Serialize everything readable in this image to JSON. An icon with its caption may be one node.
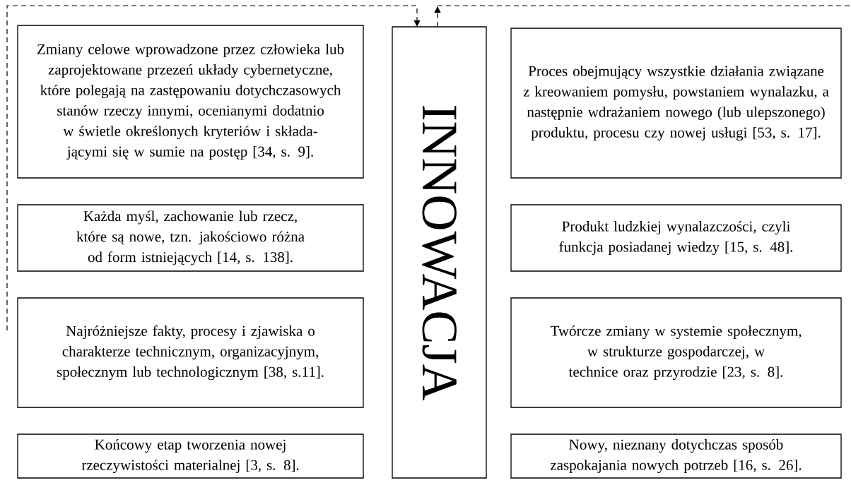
{
  "diagram": {
    "nodes": [
      {
        "text": [
          "Zmiany celowe wprowadzone przez człowieka lub zaprojektowane przezeń układy cybernetyczne, które polegają na zastępowaniu dotychczasowych stanów rzeczy innymi, ocenianymi dodatnio w świetle określonych kryteriów i składa-jącymi się w sumie na postęp [34, s. 9]."
        ]
      },
      {
        "text": [
          "Każda myśl, zachowanie lub rzecz, które są nowe, tzn. jakościowo różna od form istniejących [14, s. 138]."
        ]
      },
      {
        "text": [
          "Najróżniejsze fakty, procesy i zjawiska o charakterze technicznym, organizacyjnym, społecznym lub technologicznym [38, s.11]."
        ]
      },
      {
        "text": [
          "Końcowy etap tworzenia nowej rzeczywistości materialnej [3, s. 8]."
        ]
      },
      {
        "text": [
          "INNOWACJA"
        ]
      },
      {
        "text": [
          "Proces obejmujący wszystkie działania związane z kreowaniem pomysłu, powstaniem wynalazku, a następnie wdrażaniem nowego (lub ulepszonego) produktu, procesu czy nowej usługi [53, s. 17]."
        ]
      },
      {
        "text": [
          "Produkt ludzkiej wynalazczości, czyli funkcja posiadanej wiedzy [15, s. 48]."
        ]
      },
      {
        "text": [
          "Twórcze zmiany w systemie społecznym, w strukturze gospodarczej, w technice oraz przyrodzie [23, s. 8]."
        ]
      },
      {
        "text": [
          "Nowy, nieznany dotychczas sposób zaspokajania nowych potrzeb [16, s. 26]."
        ]
      }
    ],
    "edges": [
      {
        "from": null,
        "to": 4,
        "arrow": "to",
        "style": "dashed"
      },
      {
        "from": 4,
        "to": null,
        "arrow": "to",
        "style": "dashed"
      }
    ]
  }
}
